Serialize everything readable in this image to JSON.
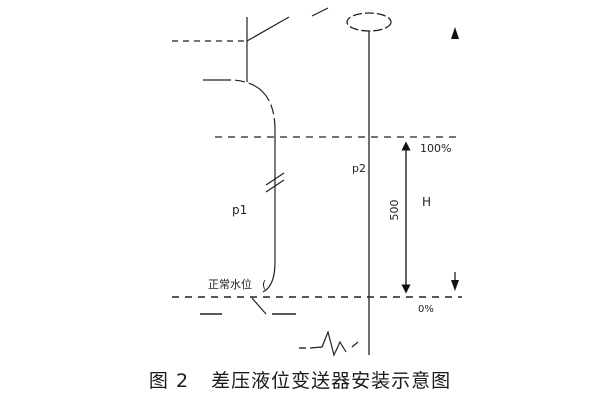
{
  "labels": {
    "p1": "p1",
    "p2": "p2",
    "percent_100": "100%",
    "percent_0": "0%",
    "h_range": "500",
    "h_label": "H",
    "normal_water_level": "正常水位"
  },
  "caption": {
    "number": "图 2",
    "title": "差压液位变送器安装示意图"
  }
}
